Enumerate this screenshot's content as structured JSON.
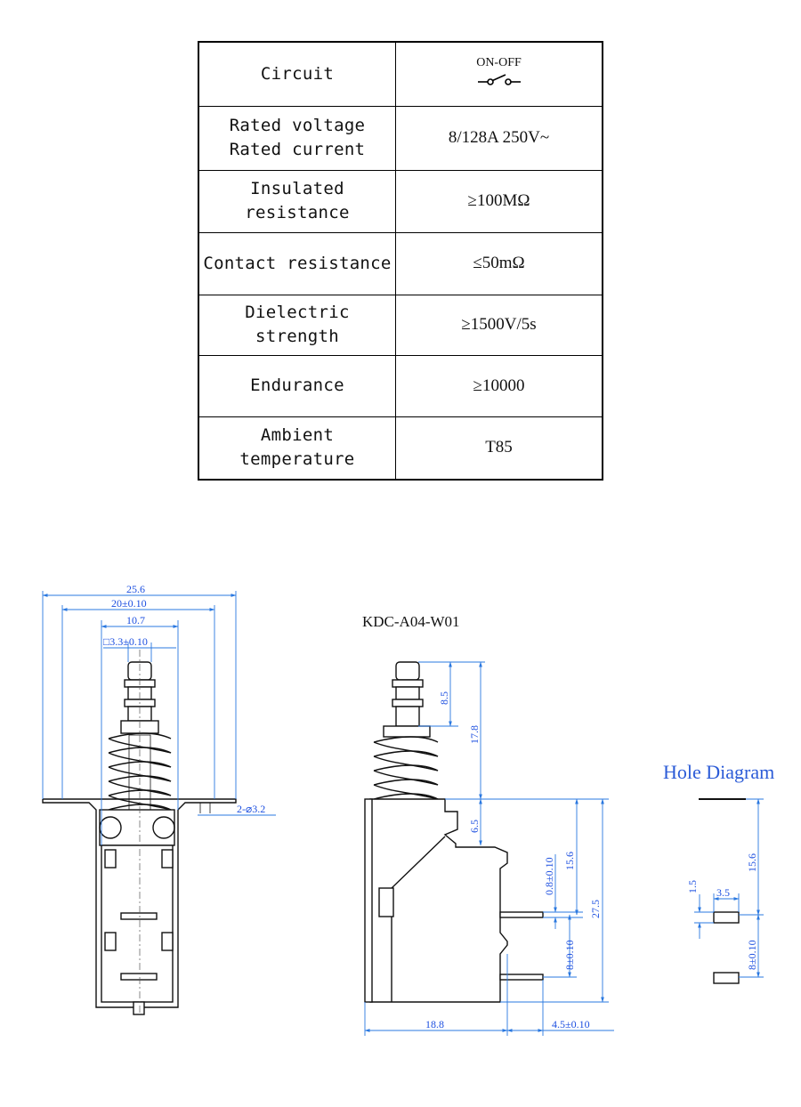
{
  "spec_table": {
    "rows": [
      {
        "label": [
          "Circuit"
        ],
        "value": "ON-OFF",
        "value_icon": "switch-symbol-icon"
      },
      {
        "label": [
          "Rated voltage",
          "Rated current"
        ],
        "value": "8/128A 250V~"
      },
      {
        "label": [
          "Insulated",
          "resistance"
        ],
        "value": "≥100MΩ"
      },
      {
        "label": [
          "Contact resistance"
        ],
        "value": "≤50mΩ"
      },
      {
        "label": [
          "Dielectric strength"
        ],
        "value": "≥1500V/5s"
      },
      {
        "label": [
          "Endurance"
        ],
        "value": "≥10000"
      },
      {
        "label": [
          "Ambient temperature"
        ],
        "value": "T85"
      }
    ]
  },
  "model_name": "KDC-A04-W01",
  "hole_diagram_title": "Hole Diagram",
  "front_view_dims": {
    "overall_width": "25.6",
    "pin_span": "20±0.10",
    "body_width": "10.7",
    "plunger": "□3.3±0.10",
    "mount_holes": "2-⌀3.2"
  },
  "side_view_dims": {
    "plunger_height": "8.5",
    "top_height": "17.8",
    "flange_offset": "6.5",
    "upper_pin_height": "15.6",
    "pin_thickness": "0.8±0.10",
    "overall_height": "27.5",
    "pin_pitch": "8±0.10",
    "body_depth": "18.8",
    "pin_length": "4.5±0.10"
  },
  "hole_dims": {
    "top_to_hole": "15.6",
    "hole_height": "1.5",
    "hole_width": "3.5",
    "hole_pitch": "8±0.10"
  },
  "colors": {
    "dimension": "#2a78e0",
    "title_accent": "#2b5bd7",
    "outline": "#111111"
  }
}
